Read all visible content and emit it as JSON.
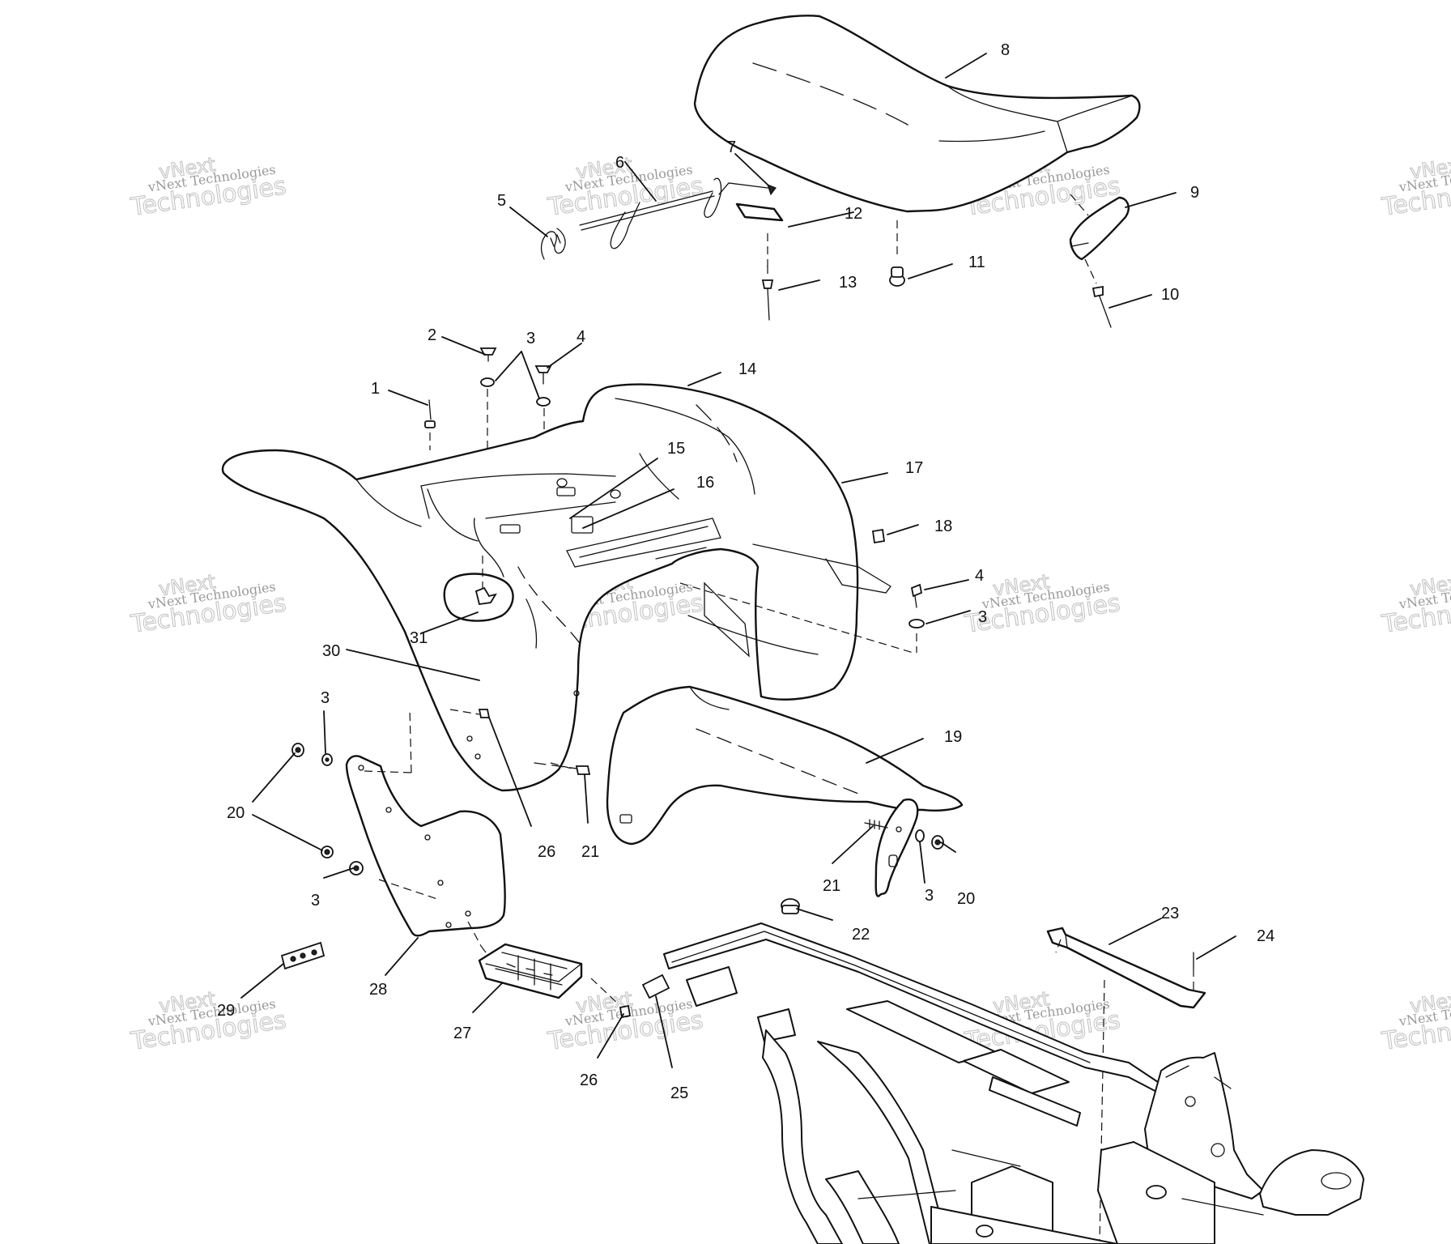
{
  "watermark": {
    "line1": "vNext",
    "line2": "vNext Technologies",
    "line3": "Technologies"
  },
  "callouts": [
    {
      "id": "c1",
      "text": "1"
    },
    {
      "id": "c2",
      "text": "2"
    },
    {
      "id": "c3a",
      "text": "3"
    },
    {
      "id": "c4a",
      "text": "4"
    },
    {
      "id": "c5",
      "text": "5"
    },
    {
      "id": "c6",
      "text": "6"
    },
    {
      "id": "c7",
      "text": "7"
    },
    {
      "id": "c8",
      "text": "8"
    },
    {
      "id": "c9",
      "text": "9"
    },
    {
      "id": "c10",
      "text": "10"
    },
    {
      "id": "c11",
      "text": "11"
    },
    {
      "id": "c12",
      "text": "12"
    },
    {
      "id": "c13",
      "text": "13"
    },
    {
      "id": "c14",
      "text": "14"
    },
    {
      "id": "c15",
      "text": "15"
    },
    {
      "id": "c16",
      "text": "16"
    },
    {
      "id": "c17",
      "text": "17"
    },
    {
      "id": "c18",
      "text": "18"
    },
    {
      "id": "c4b",
      "text": "4"
    },
    {
      "id": "c3b",
      "text": "3"
    },
    {
      "id": "c31",
      "text": "31"
    },
    {
      "id": "c30",
      "text": "30"
    },
    {
      "id": "c3c",
      "text": "3"
    },
    {
      "id": "c19",
      "text": "19"
    },
    {
      "id": "c20a",
      "text": "20"
    },
    {
      "id": "c3d",
      "text": "3"
    },
    {
      "id": "c26a",
      "text": "26"
    },
    {
      "id": "c21a",
      "text": "21"
    },
    {
      "id": "c21b",
      "text": "21"
    },
    {
      "id": "c3e",
      "text": "3"
    },
    {
      "id": "c20b",
      "text": "20"
    },
    {
      "id": "c22",
      "text": "22"
    },
    {
      "id": "c23",
      "text": "23"
    },
    {
      "id": "c24",
      "text": "24"
    },
    {
      "id": "c28",
      "text": "28"
    },
    {
      "id": "c29",
      "text": "29"
    },
    {
      "id": "c27",
      "text": "27"
    },
    {
      "id": "c26b",
      "text": "26"
    },
    {
      "id": "c25",
      "text": "25"
    }
  ]
}
